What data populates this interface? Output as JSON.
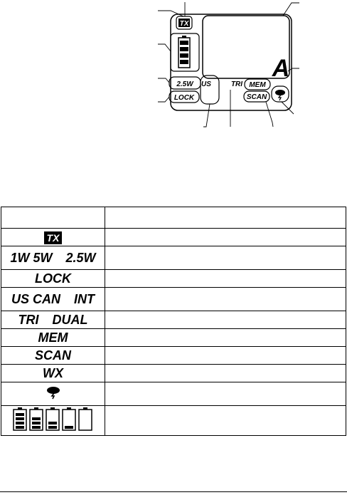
{
  "lcd": {
    "tx": "TX",
    "power": "2.5W",
    "us": "US",
    "tri": "TRI",
    "mem": "MEM",
    "scan": "SCAN",
    "lock": "LOCK",
    "bank": "A"
  },
  "table": {
    "rows": [
      {
        "symbol": "TX"
      },
      {
        "symbols": [
          "1W",
          "5W",
          "2.5W"
        ]
      },
      {
        "symbol": "LOCK"
      },
      {
        "symbols": [
          "US",
          "CAN",
          "INT"
        ]
      },
      {
        "symbols": [
          "TRI",
          "DUAL"
        ]
      },
      {
        "symbol": "MEM"
      },
      {
        "symbol": "SCAN"
      },
      {
        "symbol": "WX"
      },
      {
        "icon": "weather-alert-icon"
      },
      {
        "icon": "battery-level-icons",
        "levels": [
          4,
          3,
          2,
          1,
          0
        ]
      }
    ]
  }
}
